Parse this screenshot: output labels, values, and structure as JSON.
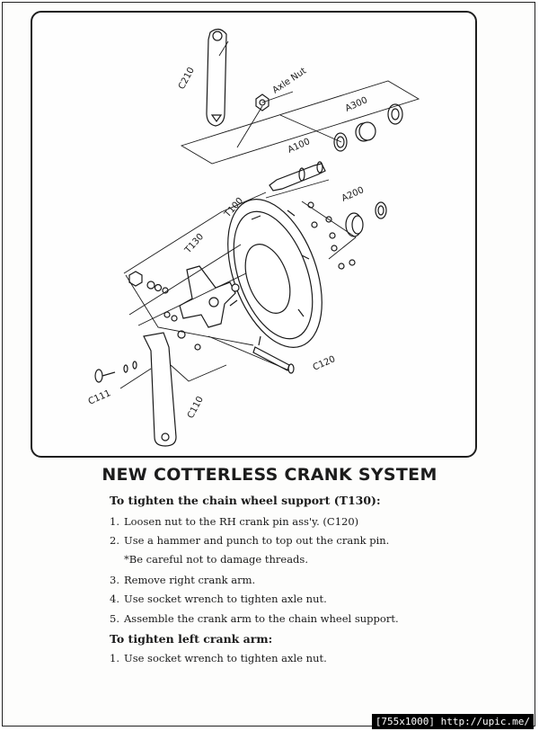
{
  "diagram": {
    "labels": {
      "c210": "C210",
      "axle_nut": "Axle Nut",
      "a300": "A300",
      "a100": "A100",
      "a200": "A200",
      "t100": "T100",
      "t130": "T130",
      "c120": "C120",
      "c111": "C111",
      "c110": "C110"
    }
  },
  "document": {
    "title": "NEW COTTERLESS CRANK SYSTEM",
    "section1": {
      "heading": "To tighten the chain wheel support (T130):",
      "steps": [
        {
          "num": "1.",
          "text": "Loosen nut to the RH crank pin ass'y. (C120)"
        },
        {
          "num": "2.",
          "text": "Use a hammer and punch to top out  the crank pin."
        },
        {
          "num": "3.",
          "text": "Remove right crank arm."
        },
        {
          "num": "4.",
          "text": "Use socket wrench to tighten axle nut."
        },
        {
          "num": "5.",
          "text": "Assemble the crank arm to the chain wheel support."
        }
      ],
      "note": "*Be careful not to damage threads."
    },
    "section2": {
      "heading": "To tighten left crank arm:",
      "steps": [
        {
          "num": "1.",
          "text": "Use socket wrench to tighten axle nut."
        }
      ]
    }
  },
  "footer": {
    "watermark": "[755x1000] http://upic.me/"
  }
}
